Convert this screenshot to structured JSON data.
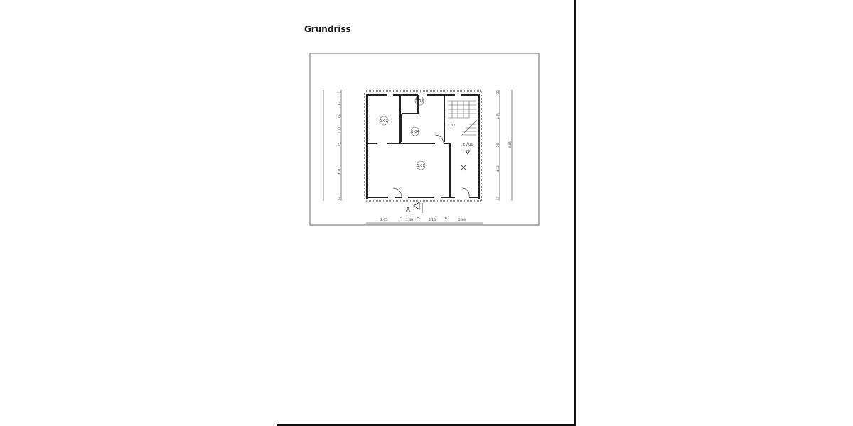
{
  "heading": "Grundriss",
  "plan": {
    "rooms": [
      "1.01",
      "1.02",
      "1.03",
      "1.04"
    ],
    "stair_label": "1.02",
    "level_label": "±0.00",
    "section_marker": "A",
    "bottom_dimensions": [
      "2.65",
      "15",
      "1.40",
      "25",
      "2.15",
      "16",
      "2.84"
    ],
    "right_dimensions": [
      "30",
      "1.85",
      "26",
      "4.32",
      "67"
    ],
    "right_total": "6.85",
    "left_dimensions": [
      "10",
      "2.82",
      "25",
      "2.10",
      "15",
      "4.31",
      "67"
    ]
  }
}
